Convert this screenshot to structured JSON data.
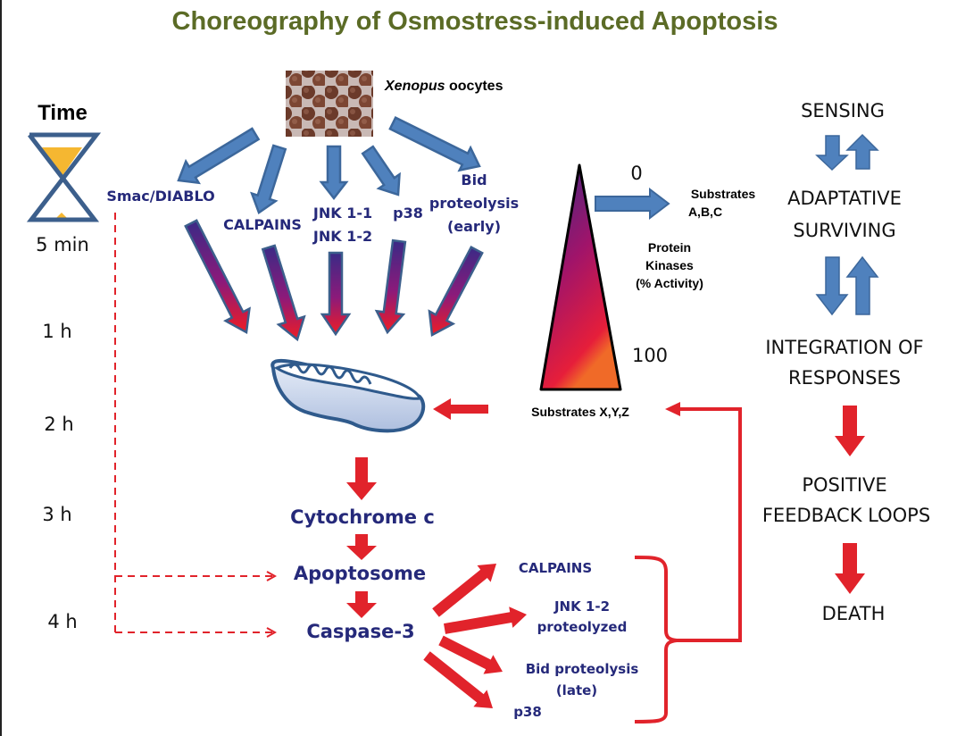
{
  "title": "Choreography of Osmostress-induced Apoptosis",
  "colors": {
    "title": "#5b6b26",
    "navy_text": "#25297a",
    "blue_arrow": "#4f81bd",
    "red_arrow": "#e1232b",
    "hourglass_outline": "#3c5f8c",
    "sand": "#f5b731",
    "gradient_top": "#3a2a86",
    "gradient_bottom": "#ee1c25"
  },
  "timeline": {
    "heading": "Time",
    "icon": "hourglass-icon",
    "marks": [
      "5 min",
      "1 h",
      "2 h",
      "3 h",
      "4 h"
    ]
  },
  "source": {
    "image_label": "oocytes-image",
    "label_italic": "Xenopus",
    "label_rest": " oocytes"
  },
  "early_targets": [
    {
      "id": "smac",
      "lines": [
        "Smac/DIABLO"
      ]
    },
    {
      "id": "calpains",
      "lines": [
        "CALPAINS"
      ]
    },
    {
      "id": "jnk",
      "lines": [
        "JNK 1-1",
        "JNK 1-2"
      ]
    },
    {
      "id": "p38",
      "lines": [
        "p38"
      ]
    },
    {
      "id": "bid",
      "lines": [
        "Bid",
        "proteolysis",
        "(early)"
      ]
    }
  ],
  "kinase": {
    "top_value": "0",
    "bottom_value": "100",
    "label_lines": [
      "Protein",
      "Kinases",
      "(% Activity)"
    ],
    "substrates_top": [
      "Substrates",
      "A,B,C"
    ],
    "substrates_bottom": "Substrates X,Y,Z"
  },
  "cascade": {
    "organelle": "mitochondrion-icon",
    "steps": [
      "Cytochrome c",
      "Apoptosome",
      "Caspase-3"
    ]
  },
  "late_targets": [
    {
      "id": "calpains",
      "lines": [
        "CALPAINS"
      ]
    },
    {
      "id": "jnk",
      "lines": [
        "JNK 1-2",
        "proteolyzed"
      ]
    },
    {
      "id": "bid",
      "lines": [
        "Bid proteolysis",
        "(late)"
      ]
    },
    {
      "id": "p38",
      "lines": [
        "p38"
      ]
    }
  ],
  "stages": {
    "items": [
      {
        "lines": [
          "SENSING"
        ]
      },
      {
        "lines": [
          "ADAPTATIVE",
          "SURVIVING"
        ]
      },
      {
        "lines": [
          "INTEGRATION OF",
          "RESPONSES"
        ]
      },
      {
        "lines": [
          "POSITIVE",
          "FEEDBACK LOOPS"
        ]
      },
      {
        "lines": [
          "DEATH"
        ]
      }
    ],
    "connectors": [
      "bidirectional",
      "bidirectional",
      "forward",
      "forward"
    ]
  }
}
